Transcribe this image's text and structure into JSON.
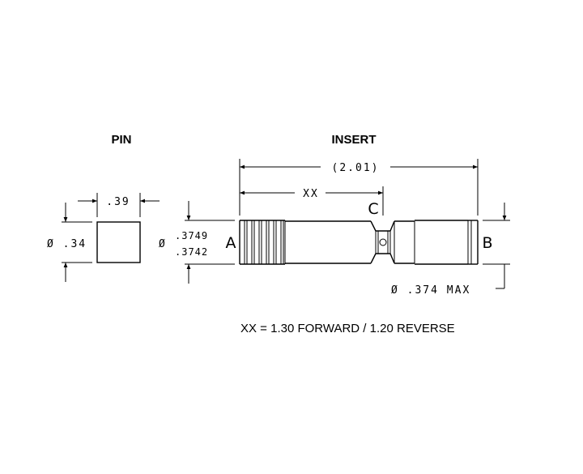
{
  "pin": {
    "title": "PIN",
    "length_dim": ".39",
    "diameter_dim": "Ø .34"
  },
  "insert": {
    "title": "INSERT",
    "overall_dim": "(2.01)",
    "xx_dim": "XX",
    "dia_symbol": "Ø",
    "dia_upper": ".3749",
    "dia_lower": ".3742",
    "label_a": "A",
    "label_b": "B",
    "label_c": "C",
    "max_dim": "Ø .374 MAX"
  },
  "note": "XX = 1.30 FORWARD / 1.20 REVERSE"
}
